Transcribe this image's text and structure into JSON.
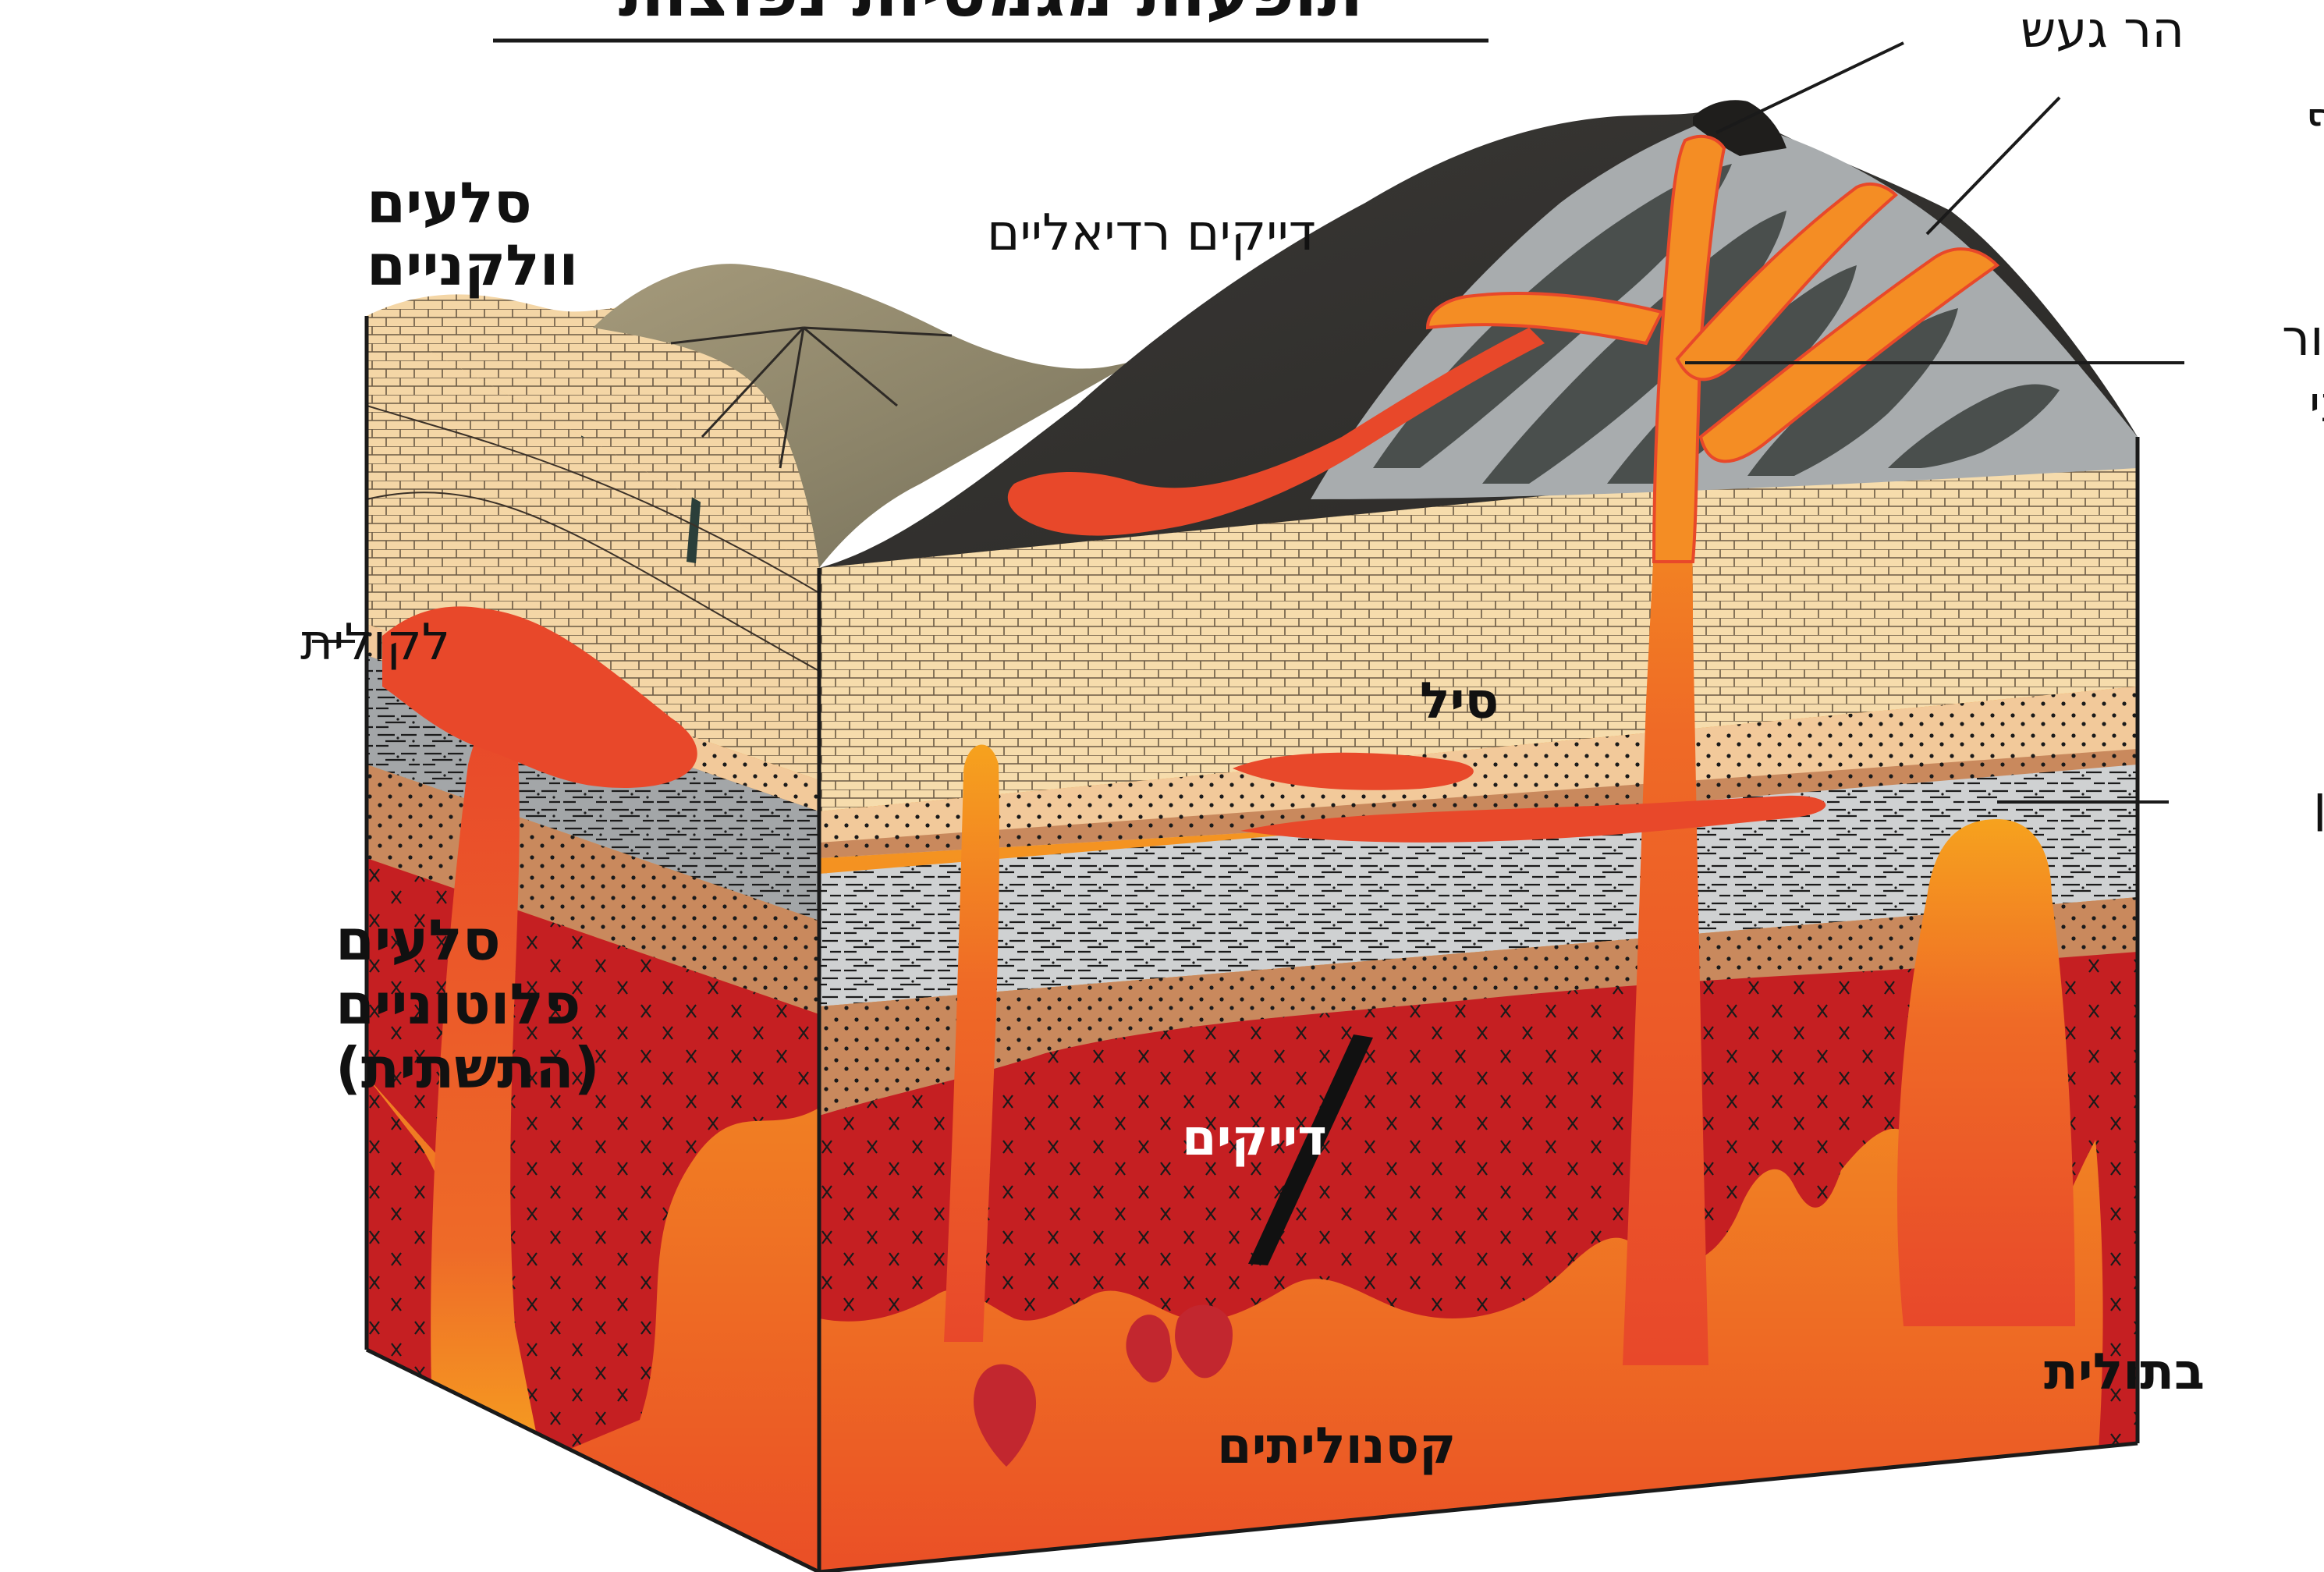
{
  "title": "תופעות מגמטיות נפוצות",
  "side_labels": {
    "volcanic_rocks": [
      "סלעים",
      "וולקניים"
    ],
    "plutonic_rocks": [
      "סלעים",
      "פלוטוניים",
      "(התשתית)"
    ]
  },
  "labels": {
    "radial_dykes": "דייקים רדיאליים",
    "volcano": "הר געש",
    "ash_tuff": "אפר וטוף",
    "conduit": [
      "צינור",
      "וולקני"
    ],
    "laccolith": "לקולית",
    "sill": "סיל",
    "dome": "גבנון",
    "dykes": "דייקים",
    "xenoliths": "קסנוליתים",
    "batholith": "בתולית"
  },
  "colors": {
    "magma": "#e8482a",
    "magma_glow": "#f6a21e",
    "pluton": "#c51f22",
    "sandstone": "#c9895d",
    "sandstone_light": "#f2c99a",
    "limestone": "#f6dcac",
    "shale": "#a3a6a8",
    "ash_dark": "#4a4f4d",
    "ash_light": "#a8acae",
    "xenolith": "#c2272f"
  }
}
